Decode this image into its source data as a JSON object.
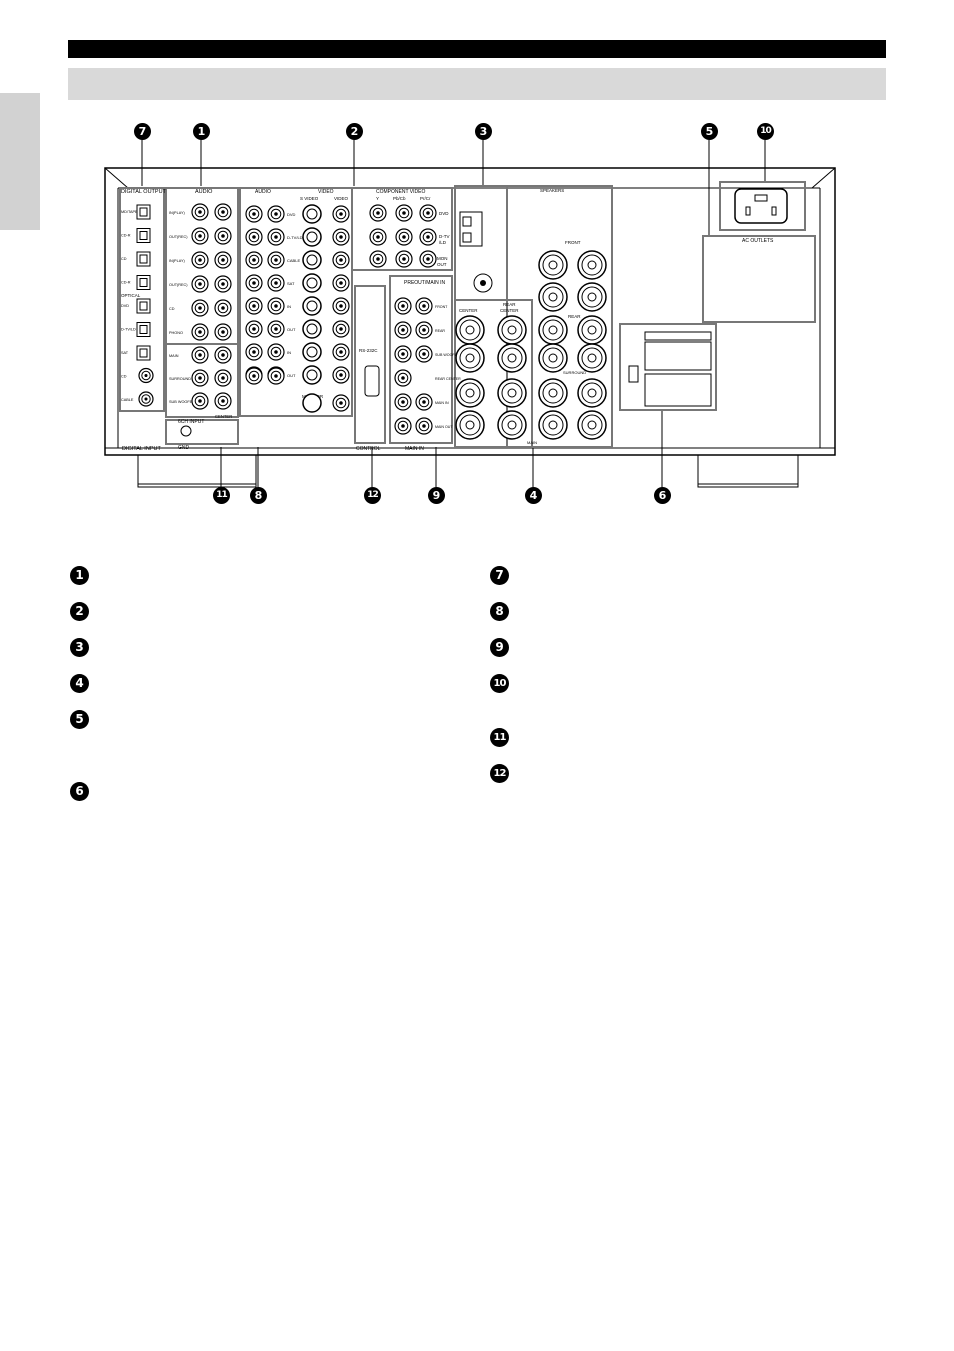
{
  "panel_labels": {
    "digital_output": "DIGITAL OUTPUT",
    "digital_input": "DIGITAL INPUT",
    "audio_left": "AUDIO",
    "audio_mid": "AUDIO",
    "video": "VIDEO",
    "s_video": "S VIDEO",
    "video_col": "VIDEO",
    "component_video": "COMPONENT VIDEO",
    "comp_y": "Y",
    "comp_pb": "Pb/Cb",
    "comp_pr": "Pr/Cr",
    "comp_dvd": "DVD",
    "comp_dtv": "D-TV",
    "comp_ld": "/LD",
    "comp_mon": "MON",
    "comp_out": "OUT",
    "speakers": "SPEAKERS",
    "front": "FRONT",
    "rear": "REAR",
    "center": "CENTER",
    "rear_center": "REAR",
    "rear_center2": "CENTER",
    "surround": "SURROUND",
    "main": "MAIN",
    "ac_outlets": "AC OUTLETS",
    "preout_main_in": "PREOUT/MAIN IN",
    "control": "CONTROL",
    "main_in": "MAIN IN",
    "rs232c": "RS-232C",
    "gnd": "GND",
    "sixch_input": "6CH INPUT",
    "center_label": "CENTER",
    "monitor_out": "MONITOR",
    "monitor_out2": "OUT",
    "optical": "OPTICAL"
  },
  "digital_rows": [
    "MD/TAPE",
    "CD-R",
    "CD",
    "CD-R",
    "DVD",
    "D-TV/LD",
    "SAT",
    "CD",
    "CABLE"
  ],
  "audio_rows": [
    "IN(PLAY)",
    "OUT(REC)",
    "IN(PLAY)",
    "OUT(REC)",
    "CD",
    "PHONO"
  ],
  "video_rows": [
    "DVD",
    "D-TV/LD",
    "CABLE",
    "SAT",
    "IN",
    "OUT",
    "IN",
    "OUT"
  ],
  "sixch_rows": [
    "MAIN",
    "SURROUND",
    "SUB WOOFER"
  ],
  "preout_rows": [
    "FRONT",
    "REAR",
    "SUB WOOFER",
    "REAR CENTER",
    "MAIN IN",
    "MAIN OUT"
  ],
  "callouts_top": [
    "7",
    "1",
    "2",
    "3",
    "5",
    "10"
  ],
  "callouts_bottom": [
    "11",
    "8",
    "12",
    "9",
    "4",
    "6"
  ],
  "legend_left": [
    "1",
    "2",
    "3",
    "4",
    "5",
    "6"
  ],
  "legend_right": [
    "7",
    "8",
    "9",
    "10",
    "11",
    "12"
  ]
}
